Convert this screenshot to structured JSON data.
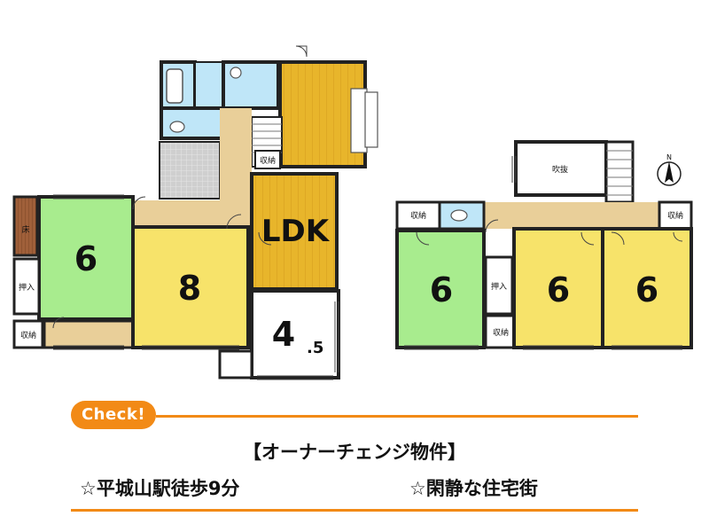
{
  "floor1": {
    "washitsu_size": "6",
    "western_size": "8",
    "ldk_label": "LDK",
    "small_room_size": "4",
    "small_room_fraction": ".5",
    "tokonoma_label": "床",
    "oshiire_label": "押入",
    "storage_label": "収納"
  },
  "floor2": {
    "washitsu_size": "6",
    "room2_size": "6",
    "room3_size": "6",
    "fukinuke_label": "吹抜",
    "oshiire_label": "押入",
    "storage_label": "収納"
  },
  "compass": {
    "north_label": "N"
  },
  "check": {
    "badge": "Check!",
    "headline": "【オーナーチェンジ物件】",
    "feature1": "☆平城山駅徒歩9分",
    "feature2": "☆閑静な住宅街"
  },
  "colors": {
    "tatami": "#a8ec8e",
    "flooring_yellow": "#f7e36a",
    "ldk_wood": "#e8b52b",
    "hallway": "#e9cf99",
    "wet_area": "#bfe6f8",
    "tile": "#cccccc",
    "accent": "#f28a16"
  }
}
